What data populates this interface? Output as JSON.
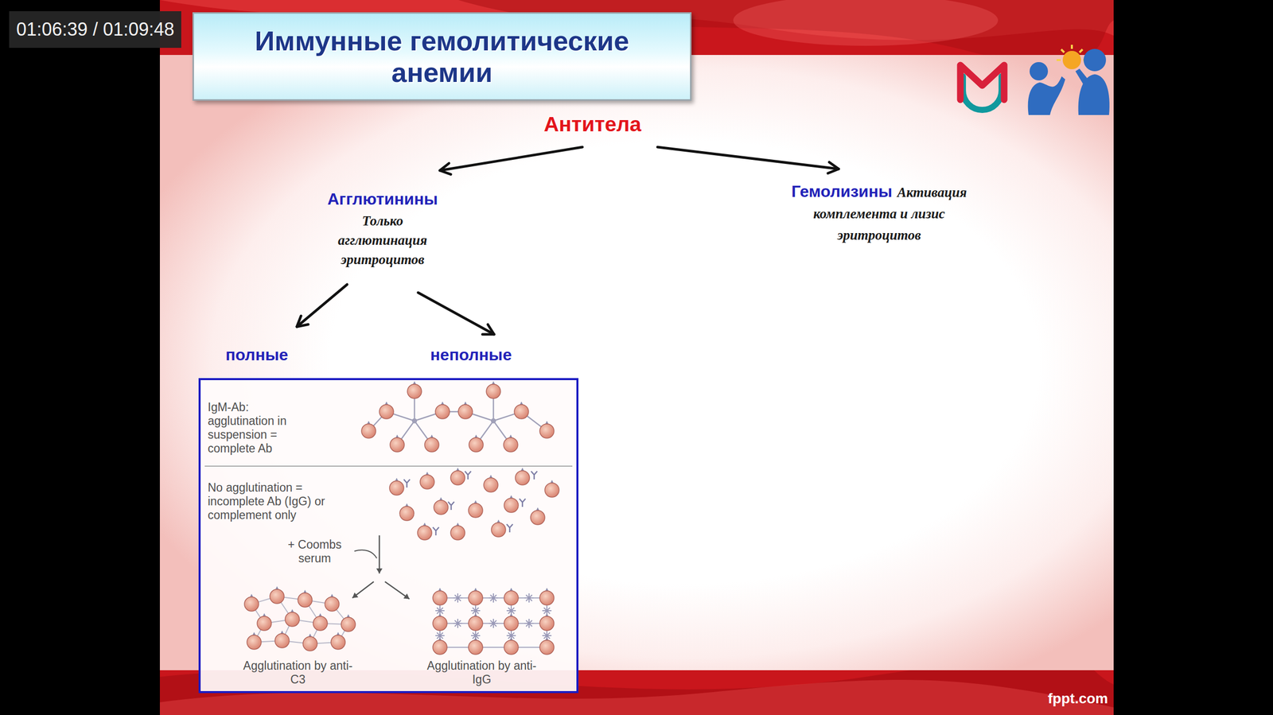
{
  "diagram": {
    "title": "Иммунные гемолитические анемии",
    "nodes": [
      {
        "text": [
          "Антитела"
        ]
      },
      {
        "text": [
          "Агглютинины",
          "Только агглютинация эритроцитов"
        ]
      },
      {
        "text": [
          "Гемолизины",
          "Активация комплемента и лизис эритроцитов"
        ]
      },
      {
        "text": [
          "полные"
        ]
      },
      {
        "text": [
          "неполные"
        ]
      },
      {
        "text": [
          "IgM-Ab: agglutination in suspension = complete Ab",
          "No agglutination = incomplete Ab (IgG) or complement only",
          "+ Coombs serum",
          "Agglutination by anti-C3",
          "Agglutination by anti-IgG"
        ]
      }
    ],
    "edges": [
      {
        "from": 0,
        "to": 1,
        "arrow": "to"
      },
      {
        "from": 0,
        "to": 2,
        "arrow": "to"
      },
      {
        "from": 1,
        "to": 3,
        "arrow": "to"
      },
      {
        "from": 1,
        "to": 4,
        "arrow": "to"
      }
    ],
    "labels": [
      "01:06:39 / 01:09:48",
      "fppt.com"
    ]
  }
}
